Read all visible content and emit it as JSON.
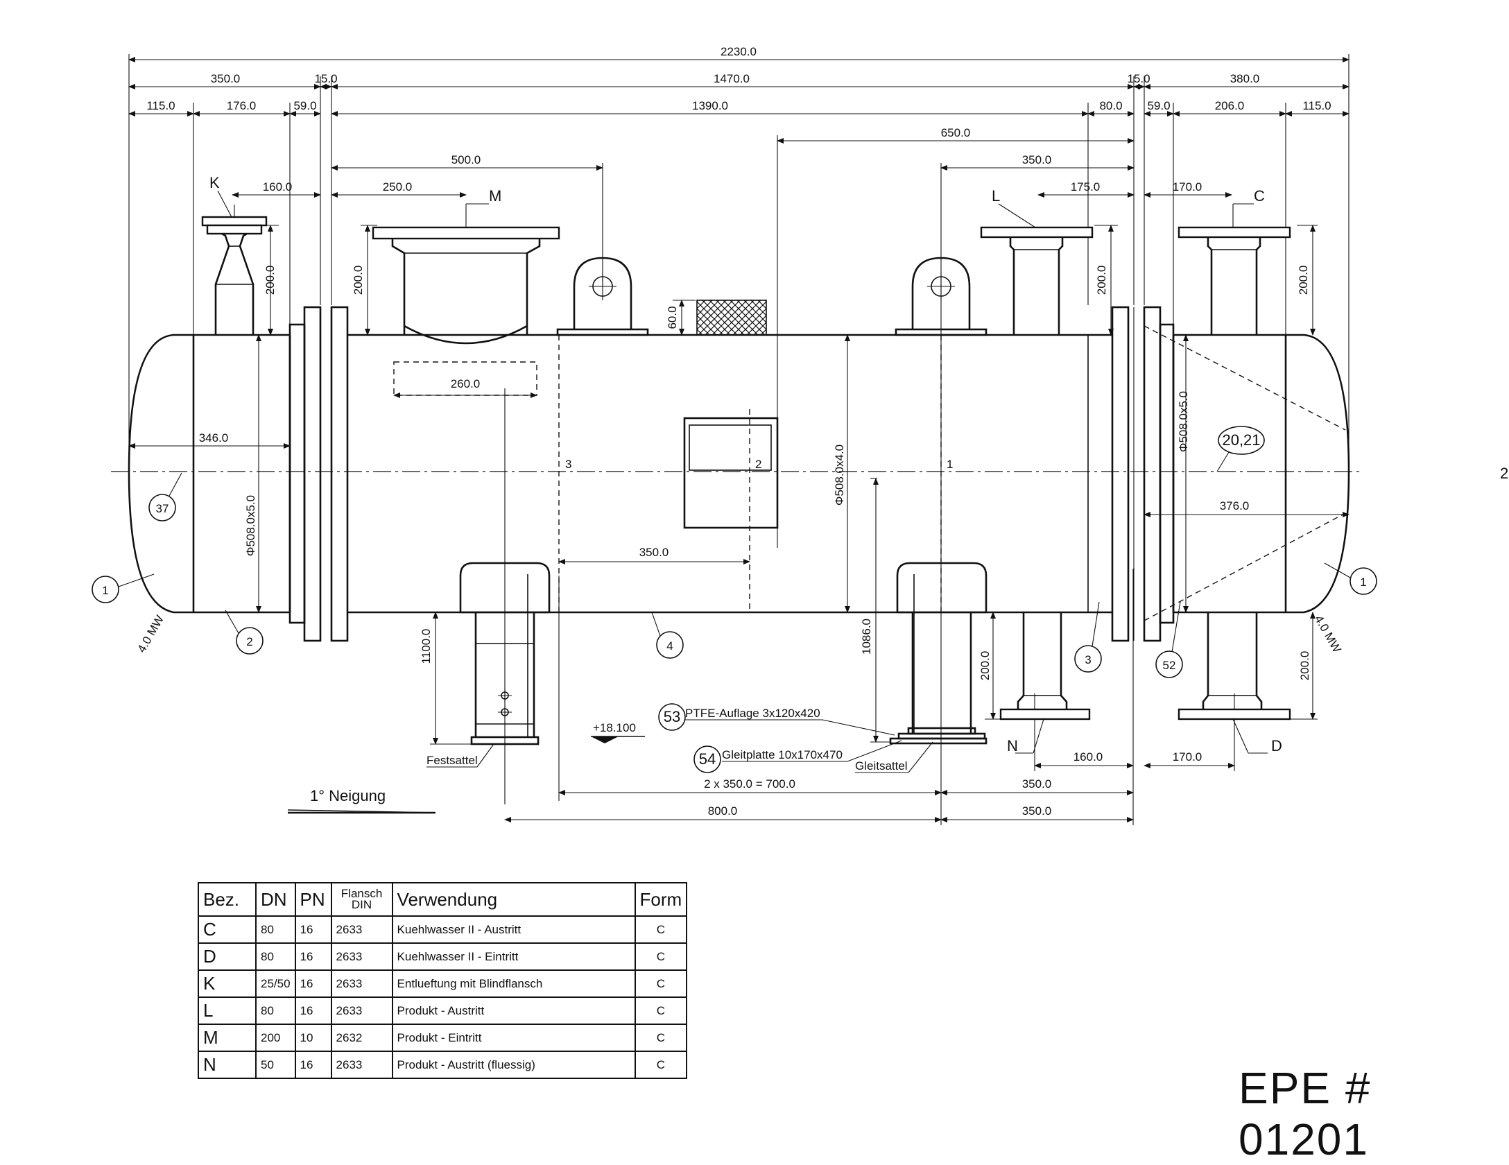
{
  "drawing": {
    "dimensions": {
      "overall": "2230.0",
      "left_head": "350.0",
      "flange_left": "15.0",
      "shell_span": "1470.0",
      "flange_right": "15.0",
      "right_head": "380.0",
      "seg_115_left": "115.0",
      "seg_176": "176.0",
      "seg_59_left": "59.0",
      "shell_inner": "1390.0",
      "seg_80": "80.0",
      "seg_59_right": "59.0",
      "seg_206": "206.0",
      "seg_115_right": "115.0",
      "lug_to_flange": "650.0",
      "m_to_lug": "500.0",
      "lug_to_flange_short": "350.0",
      "k_offset": "160.0",
      "m_offset": "250.0",
      "l_offset": "175.0",
      "c_offset": "170.0",
      "k_height": "200.0",
      "m_height": "200.0",
      "l_height": "200.0",
      "c_height": "200.0",
      "n_height": "200.0",
      "d_height": "200.0",
      "hatch_height": "60.0",
      "inner_tube": "260.0",
      "head_depth_left": "346.0",
      "head_depth_right": "376.0",
      "shell_dia_left": "Φ508.0x5.0",
      "shell_dia_mid": "Φ508.0x4.0",
      "shell_dia_right": "Φ508.0x5.0",
      "baffle_pitch": "350.0",
      "saddle_height_fixed": "1100.0",
      "saddle_height_sliding": "1086.0",
      "n_offset": "160.0",
      "d_offset": "170.0",
      "saddle_pitch": "2 x 350.0 = 700.0",
      "saddle_right": "350.0",
      "saddle_spacing": "800.0",
      "saddle_right_2": "350.0",
      "weld_left": "4.0 MW",
      "weld_right": "4.0 MW"
    },
    "nozzles": {
      "K": "K",
      "M": "M",
      "L": "L",
      "C": "C",
      "N": "N",
      "D": "D"
    },
    "balloons": [
      "1",
      "2",
      "37",
      "4",
      "3",
      "52",
      "1",
      "20,21",
      "53",
      "54"
    ],
    "baffles": [
      "3",
      "2",
      "1"
    ],
    "notes": {
      "ptfe": "PTFE-Auflage 3x120x420",
      "gleitplatte": "Gleitplatte 10x170x470",
      "festsattel": "Festsattel",
      "gleitsattel": "Gleitsattel",
      "elevation": "+18.100",
      "neigung": "1° Neigung",
      "edge_mark": "2"
    }
  },
  "table": {
    "headers": {
      "bez": "Bez.",
      "dn": "DN",
      "pn": "PN",
      "flansch_1": "Flansch",
      "flansch_2": "DIN",
      "verwendung": "Verwendung",
      "form": "Form"
    },
    "rows": [
      {
        "bez": "C",
        "dn": "80",
        "pn": "16",
        "din": "2633",
        "verwendung": "Kuehlwasser II - Austritt",
        "form": "C"
      },
      {
        "bez": "D",
        "dn": "80",
        "pn": "16",
        "din": "2633",
        "verwendung": "Kuehlwasser II - Eintritt",
        "form": "C"
      },
      {
        "bez": "K",
        "dn": "25/50",
        "pn": "16",
        "din": "2633",
        "verwendung": "Entlueftung mit Blindflansch",
        "form": "C"
      },
      {
        "bez": "L",
        "dn": "80",
        "pn": "16",
        "din": "2633",
        "verwendung": "Produkt - Austritt",
        "form": "C"
      },
      {
        "bez": "M",
        "dn": "200",
        "pn": "10",
        "din": "2632",
        "verwendung": "Produkt - Eintritt",
        "form": "C"
      },
      {
        "bez": "N",
        "dn": "50",
        "pn": "16",
        "din": "2633",
        "verwendung": "Produkt - Austritt (fluessig)",
        "form": "C"
      }
    ]
  },
  "doc_id": "EPE # 01201"
}
